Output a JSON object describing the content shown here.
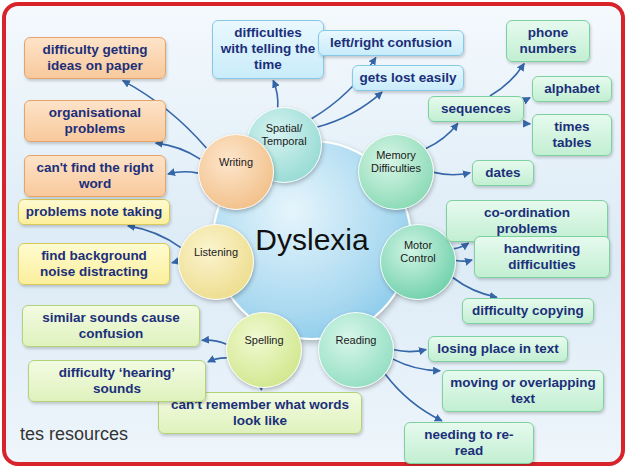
{
  "diagram": {
    "nodes": [
      {
        "text": [
          "Dyslexia"
        ]
      },
      {
        "text": [
          "Spatial/ Temporal"
        ]
      },
      {
        "text": [
          "Memory Difficulties"
        ]
      },
      {
        "text": [
          "Motor Control"
        ]
      },
      {
        "text": [
          "Reading"
        ]
      },
      {
        "text": [
          "Spelling"
        ]
      },
      {
        "text": [
          "Listening"
        ]
      },
      {
        "text": [
          "Writing"
        ]
      },
      {
        "text": [
          "difficulties with telling the time"
        ]
      },
      {
        "text": [
          "left/right confusion"
        ]
      },
      {
        "text": [
          "gets lost easily"
        ]
      },
      {
        "text": [
          "sequences"
        ]
      },
      {
        "text": [
          "phone numbers"
        ]
      },
      {
        "text": [
          "alphabet"
        ]
      },
      {
        "text": [
          "times tables"
        ]
      },
      {
        "text": [
          "dates"
        ]
      },
      {
        "text": [
          "co-ordination problems"
        ]
      },
      {
        "text": [
          "handwriting difficulties"
        ]
      },
      {
        "text": [
          "difficulty copying"
        ]
      },
      {
        "text": [
          "losing place in text"
        ]
      },
      {
        "text": [
          "moving or overlapping text"
        ]
      },
      {
        "text": [
          "needing to re-read"
        ]
      },
      {
        "text": [
          "can't remember what words look like"
        ]
      },
      {
        "text": [
          "similar sounds cause confusion"
        ]
      },
      {
        "text": [
          "difficulty ‘hearing’ sounds"
        ]
      },
      {
        "text": [
          "problems note taking"
        ]
      },
      {
        "text": [
          "find background noise distracting"
        ]
      },
      {
        "text": [
          "difficulty getting ideas on paper"
        ]
      },
      {
        "text": [
          "organisational problems"
        ]
      },
      {
        "text": [
          "can't find the right word"
        ]
      }
    ],
    "edges": [
      {
        "from": 1,
        "to": 8,
        "arrow": "to"
      },
      {
        "from": 1,
        "to": 9,
        "arrow": "to"
      },
      {
        "from": 1,
        "to": 10,
        "arrow": "to"
      },
      {
        "from": 2,
        "to": 11,
        "arrow": "to"
      },
      {
        "from": 11,
        "to": 12,
        "arrow": "to"
      },
      {
        "from": 11,
        "to": 13,
        "arrow": "to"
      },
      {
        "from": 11,
        "to": 14,
        "arrow": "to"
      },
      {
        "from": 2,
        "to": 15,
        "arrow": "to"
      },
      {
        "from": 3,
        "to": 16,
        "arrow": "to"
      },
      {
        "from": 3,
        "to": 17,
        "arrow": "to"
      },
      {
        "from": 3,
        "to": 18,
        "arrow": "to"
      },
      {
        "from": 4,
        "to": 19,
        "arrow": "to"
      },
      {
        "from": 4,
        "to": 20,
        "arrow": "to"
      },
      {
        "from": 4,
        "to": 21,
        "arrow": "to"
      },
      {
        "from": 5,
        "to": 22,
        "arrow": "to"
      },
      {
        "from": 5,
        "to": 23,
        "arrow": "to"
      },
      {
        "from": 5,
        "to": 24,
        "arrow": "to"
      },
      {
        "from": 6,
        "to": 25,
        "arrow": "to"
      },
      {
        "from": 6,
        "to": 26,
        "arrow": "to"
      },
      {
        "from": 7,
        "to": 27,
        "arrow": "to"
      },
      {
        "from": 7,
        "to": 28,
        "arrow": "to"
      },
      {
        "from": 7,
        "to": 29,
        "arrow": "to"
      }
    ],
    "labels": [
      "tes resources"
    ]
  }
}
